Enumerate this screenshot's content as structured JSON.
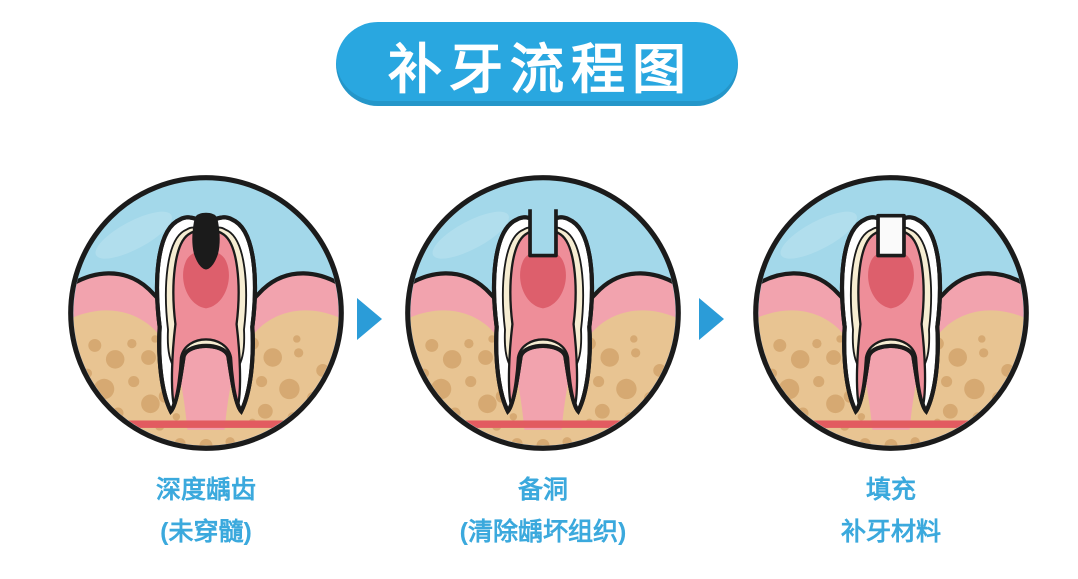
{
  "title": "补牙流程图",
  "stages": [
    {
      "id": "deep-caries",
      "label_line1": "深度龋齿",
      "label_line2": "(未穿髓)",
      "illustration": "tooth-cross-section-with-deep-black-cavity",
      "variant": "cavity"
    },
    {
      "id": "cavity-preparation",
      "label_line1": "备洞",
      "label_line2": "(清除龋坏组织)",
      "illustration": "tooth-cross-section-with-prepared-notch",
      "variant": "notch"
    },
    {
      "id": "filling",
      "label_line1": "填充",
      "label_line2": "补牙材料",
      "illustration": "tooth-cross-section-with-white-filling",
      "variant": "filling"
    }
  ],
  "arrow_icon": "right-arrow",
  "colors": {
    "banner_blue": "#29A7E0",
    "label_blue": "#3BA9DD",
    "arrow_blue": "#2B9CD8",
    "sky_blue": "#A3D8EA",
    "gum_pink": "#F2A3AE",
    "bone_tan": "#E8C492",
    "bone_spot": "#D2A56C",
    "enamel_white": "#FFFFFF",
    "dentin_cream": "#F6EDD2",
    "pulp_pink": "#EE8E99",
    "pulp_dark_red": "#DD5F6C",
    "cavity_black": "#1B1B1B",
    "filling_white": "#FAFAFA",
    "ligament_red_line": "#E25B60",
    "outline_black": "#1B1B1B",
    "background": "#FFFFFF"
  }
}
